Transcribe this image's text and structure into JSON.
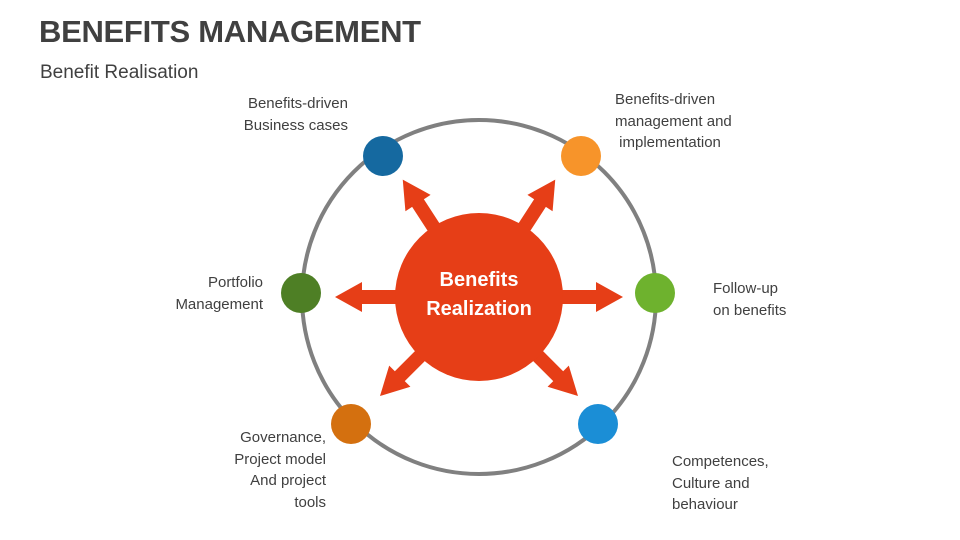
{
  "header": {
    "title": "BENEFITS MANAGEMENT",
    "subtitle": "Benefit Realisation"
  },
  "diagram": {
    "center": {
      "line1": "Benefits",
      "line2": "Realization",
      "color": "#E63E17"
    },
    "ring_color": "#808080",
    "arrow_color": "#E63E17",
    "nodes": [
      {
        "id": "business-cases",
        "label": "Benefits-driven\n  Business cases",
        "color": "#1569A0"
      },
      {
        "id": "management-implementation",
        "label": "Benefits-driven\nmanagement and\n implementation",
        "color": "#F7942A"
      },
      {
        "id": "portfolio-management",
        "label": "Portfolio\nManagement",
        "color": "#4E7F25"
      },
      {
        "id": "follow-up",
        "label": "Follow-up\non benefits",
        "color": "#6EB22E"
      },
      {
        "id": "governance",
        "label": "Governance,\nProject model\nAnd project\ntools",
        "color": "#D4700F"
      },
      {
        "id": "competences",
        "label": "Competences,\nCulture and\nbehaviour",
        "color": "#1B8ED6"
      }
    ]
  }
}
